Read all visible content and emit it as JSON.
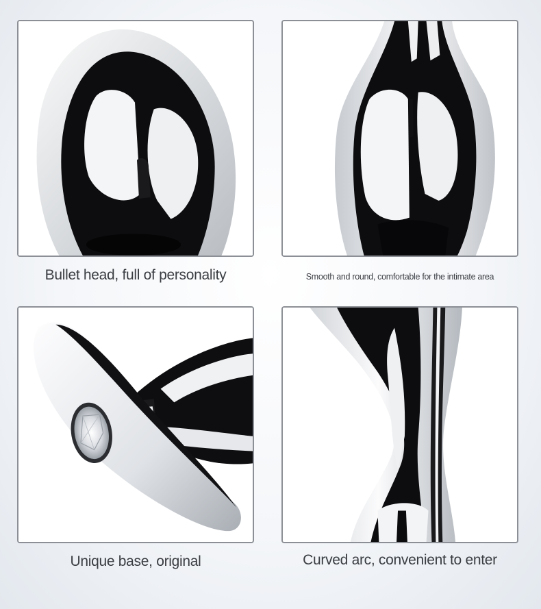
{
  "panels": [
    {
      "caption": "Bullet head, full of personality",
      "image_subject": "bullet-head"
    },
    {
      "caption": "Smooth and round, comfortable for the intimate area",
      "image_subject": "smooth-body"
    },
    {
      "caption": "Unique base, original",
      "image_subject": "jeweled-base"
    },
    {
      "caption": "Curved arc, convenient to enter",
      "image_subject": "curved-arc"
    }
  ],
  "colors": {
    "panel_border": "#8c9096",
    "caption_text": "#3a3d42",
    "chrome_dark": "#0d0d0f",
    "chrome_light": "#f2f3f5"
  }
}
